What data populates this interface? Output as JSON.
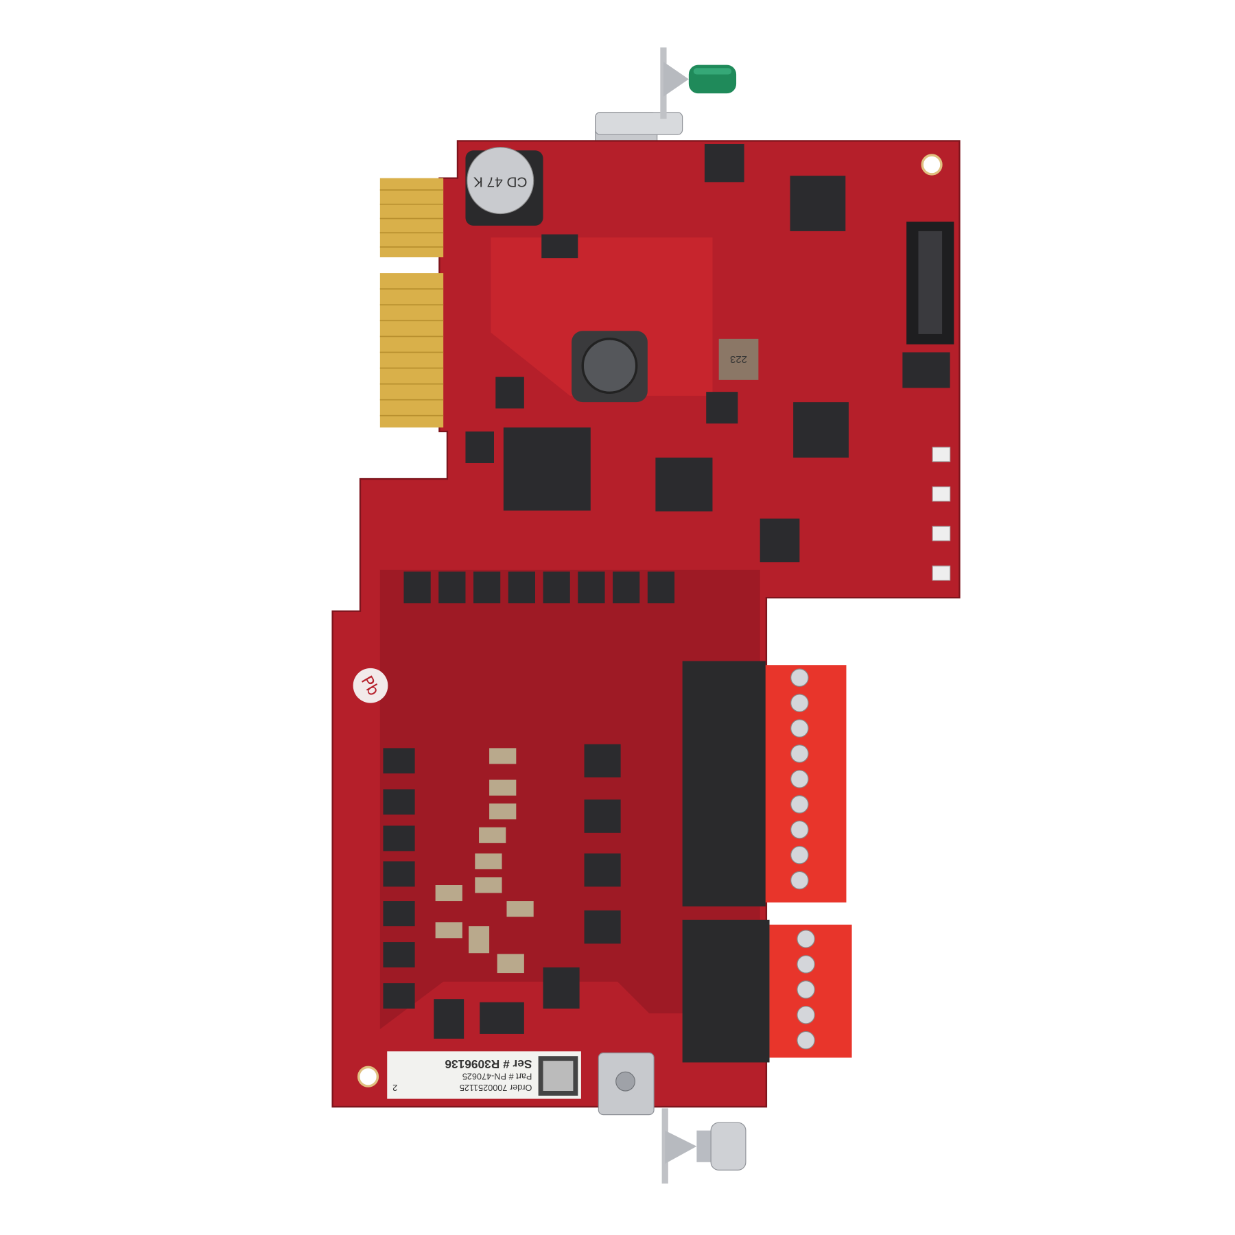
{
  "colors": {
    "board": "#b51f2a",
    "board_dark": "#8a1620",
    "copper_pour": "#d42a30",
    "gold_fingers": "#d9b04a",
    "terminal_red": "#e8352b",
    "connector_black": "#2a2a2c",
    "chip": "#2b2b2e",
    "thumbscrew_top": "#1f8a5a",
    "thumbscrew_bottom": "#b9bcc2"
  },
  "label": {
    "order": "Order 7000251125",
    "part": "Part # PN-470625",
    "serial": "Ser # R3096136",
    "rev": "2"
  },
  "markings": {
    "capacitor": "CD 47 K",
    "inductor": "223",
    "lead_free": "Pb"
  }
}
